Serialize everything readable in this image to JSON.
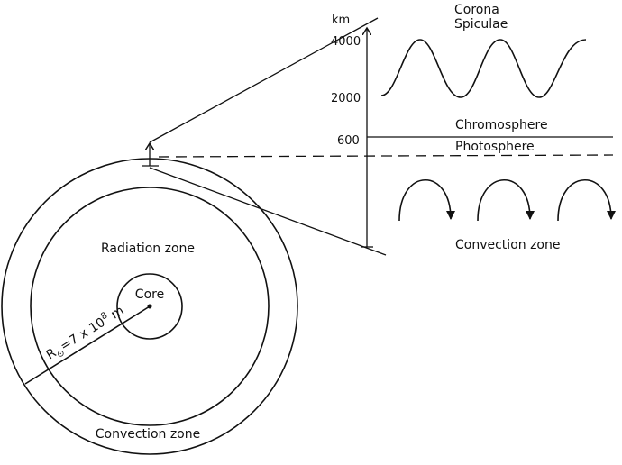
{
  "sun": {
    "radius_label": {
      "prefix": "R",
      "subscript": "⊙",
      "equals": "=7 x 10",
      "exponent": "8",
      "unit": " m"
    },
    "core_label": "Core",
    "radiation_zone_label": "Radiation zone",
    "convection_zone_label": "Convection zone"
  },
  "inset": {
    "height_unit": "km",
    "height_ticks": [
      "4000",
      "2000",
      "600"
    ],
    "corona_label": "Corona",
    "spiculae_label": "Spiculae",
    "chromosphere_label": "Chromosphere",
    "photosphere_label": "Photosphere",
    "convection_zone_label": "Convection zone"
  }
}
